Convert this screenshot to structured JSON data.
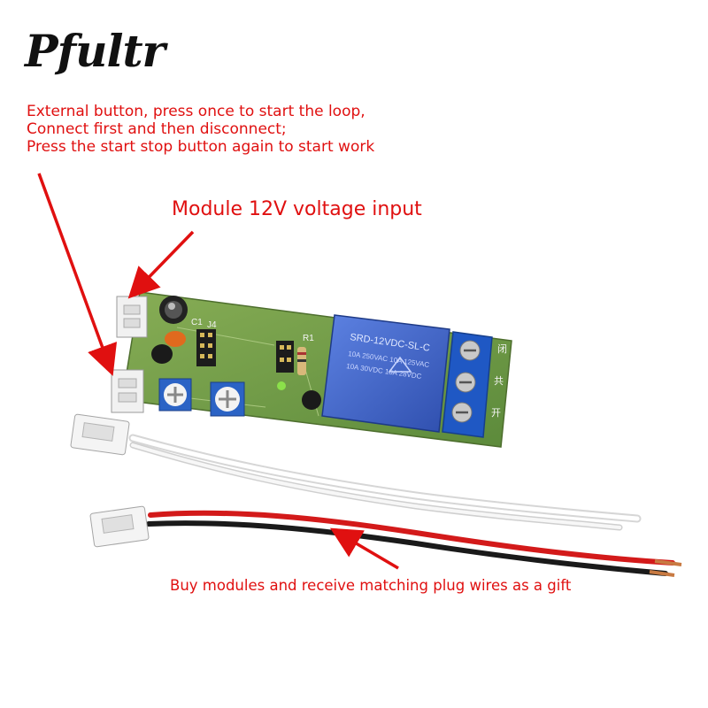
{
  "brand": {
    "logo_text": "Pfultr"
  },
  "annotations": {
    "button_note": [
      "External button, press once to start the loop,",
      "Connect first and then disconnect;",
      "Press the start stop button again to start work"
    ],
    "voltage_input": "Module 12V voltage input",
    "gift_note": "Buy modules and receive matching plug wires as a gift"
  },
  "board_markings": {
    "relay_model": "SRD-12VDC-SL-C",
    "relay_rating_1": "10A 250VAC 10A 125VAC",
    "relay_rating_2": "10A 30VDC 10A 28VDC",
    "silk_c1": "C1",
    "silk_j4": "J4",
    "silk_r1": "R1",
    "terminal_labels": [
      "闭",
      "共",
      "开"
    ]
  },
  "colors": {
    "annotation_red": "#e01010",
    "pcb_green": "#6f9a45",
    "relay_blue": "#3a5fc8",
    "terminal_blue": "#1f58c4"
  }
}
